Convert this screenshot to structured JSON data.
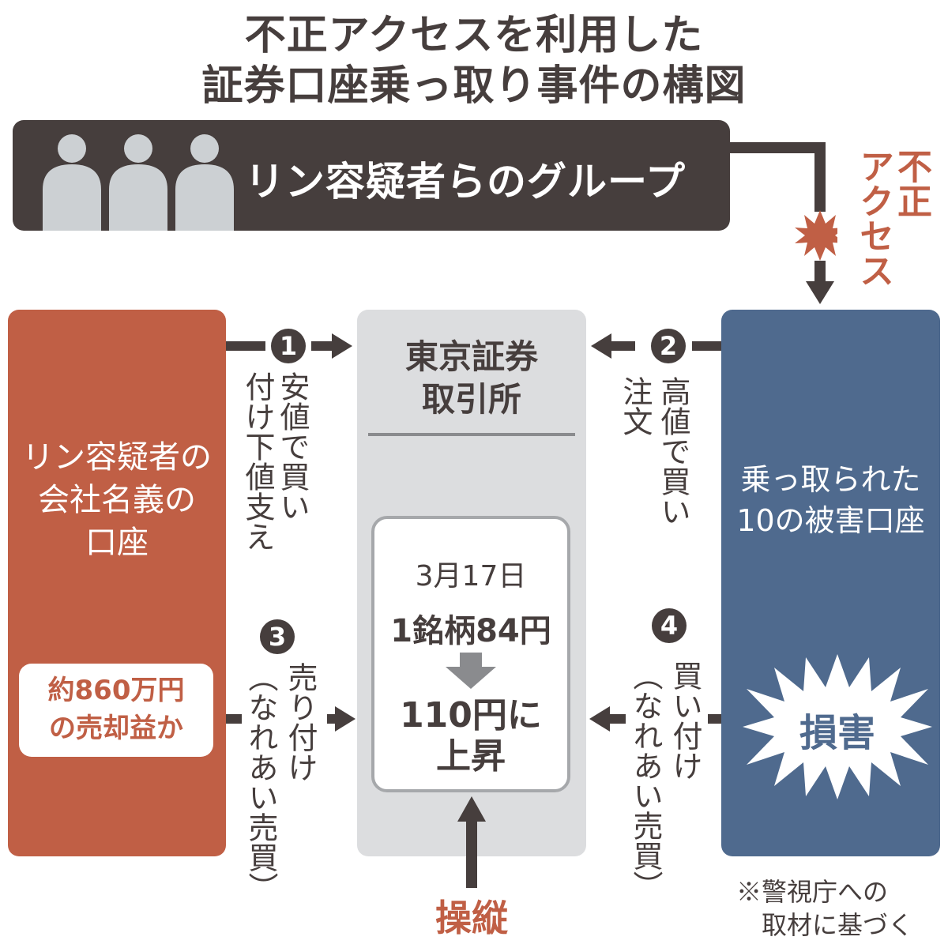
{
  "title": {
    "line1": "不正アクセスを利用した",
    "line2": "証券口座乗っ取り事件の構図"
  },
  "group": {
    "label": "リン容疑者らのグループ",
    "icon": "people-group-icon"
  },
  "unauthorized_access": {
    "label": "不正アクセス",
    "col1": "不正",
    "col2": "アクセス",
    "icon": "burst-icon"
  },
  "left_account": {
    "line1": "リン容疑者の",
    "line2": "会社名義の",
    "line3": "口座",
    "profit_line1": "約860万円",
    "profit_line2": "の売却益か"
  },
  "exchange": {
    "line1": "東京証券",
    "line2": "取引所",
    "date": "3月17日",
    "price_from": "1銘柄84円",
    "price_to_line1": "110円に",
    "price_to_line2": "上昇"
  },
  "right_account": {
    "line1": "乗っ取られた",
    "line2": "10の被害口座",
    "damage": "損害"
  },
  "flows": [
    {
      "number": "1",
      "col1": "安値で買い",
      "col2": "付け下値支え",
      "direction": "left-to-center"
    },
    {
      "number": "2",
      "col1": "高値で買い",
      "col2": "注文",
      "direction": "right-to-center"
    },
    {
      "number": "3",
      "col1": "売り付け",
      "col2": "（なれあい売買）",
      "direction": "left-to-center"
    },
    {
      "number": "4",
      "col1": "買い付け",
      "col2": "（なれあい売買）",
      "direction": "right-to-center"
    }
  ],
  "manipulation": {
    "label": "操縦"
  },
  "note": {
    "line1": "※警視庁への",
    "line2": "　取材に基づく"
  },
  "colors": {
    "dark": "#463e3d",
    "orange": "#c05f45",
    "blue": "#4f6a8e",
    "light_gray": "#dcdddf",
    "person_gray": "#ccd0d3"
  }
}
